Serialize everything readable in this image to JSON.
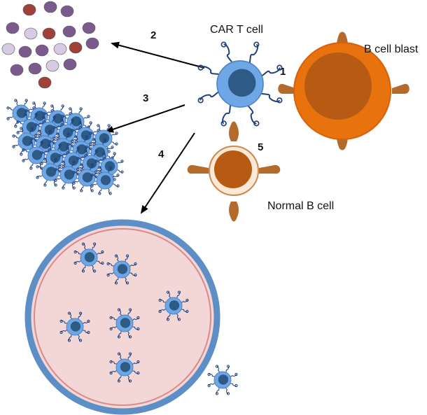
{
  "labels": {
    "car_t_cell": "CAR T cell",
    "b_cell_blast": "B cell blast",
    "normal_b_cell": "Normal B cell"
  },
  "steps": {
    "s1": "1",
    "s2": "2",
    "s3": "3",
    "s4": "4",
    "s5": "5"
  },
  "colors": {
    "tcell_fill": "#6fa6e6",
    "tcell_nucleus": "#2e5a86",
    "receptor": "#1f3f7a",
    "blast_fill": "#e8730e",
    "blast_nucleus": "#b65a14",
    "blast_protrusion": "#b36a2b",
    "normal_b_fill": "#fbe9d6",
    "normal_b_nucleus": "#b65a14",
    "cytokine_purple": "#7b5a8e",
    "cytokine_lavender": "#d7cbe3",
    "cytokine_red": "#a0403a",
    "vessel_border": "#5d8fc6",
    "vessel_fill": "#f3d6d6",
    "vessel_inner": "#d98a8a",
    "arrow": "#000000"
  }
}
